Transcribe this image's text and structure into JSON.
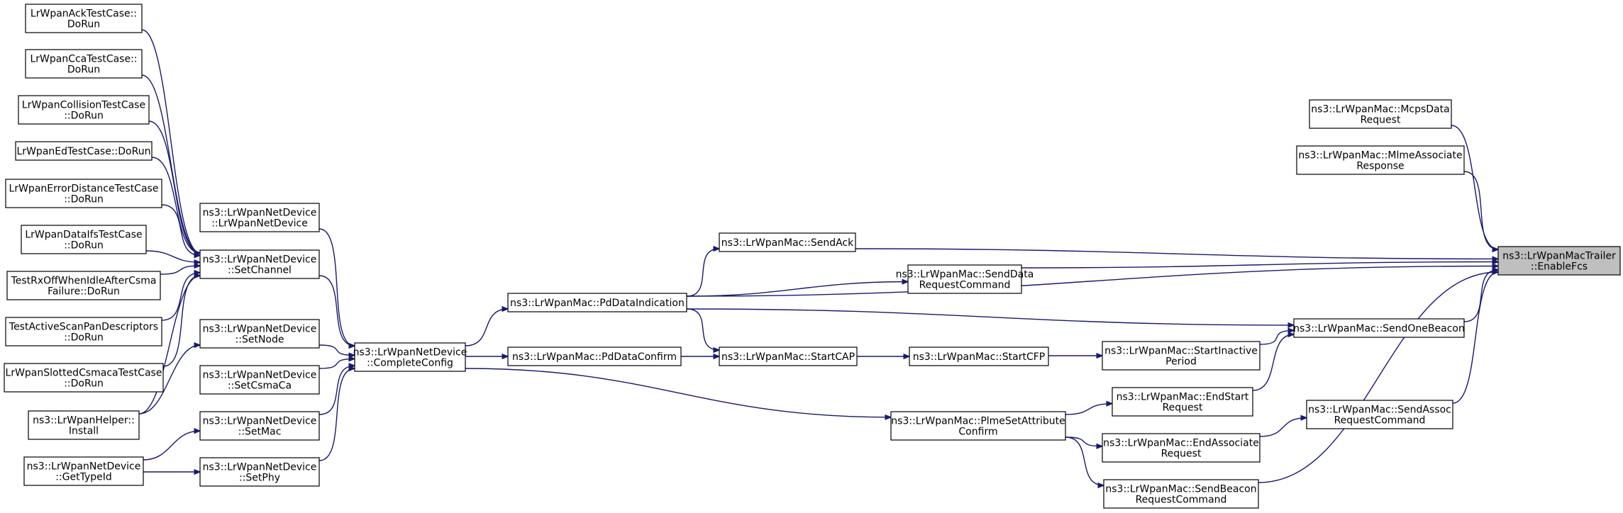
{
  "diagram": {
    "nodes": [
      {
        "id": "ack",
        "lines": [
          "LrWpanAckTestCase::",
          "DoRun"
        ]
      },
      {
        "id": "cca",
        "lines": [
          "LrWpanCcaTestCase::",
          "DoRun"
        ]
      },
      {
        "id": "coll",
        "lines": [
          "LrWpanCollisionTestCase",
          "::DoRun"
        ]
      },
      {
        "id": "ed",
        "lines": [
          "LrWpanEdTestCase::DoRun"
        ]
      },
      {
        "id": "errd",
        "lines": [
          "LrWpanErrorDistanceTestCase",
          "::DoRun"
        ]
      },
      {
        "id": "ifs",
        "lines": [
          "LrWpanDataIfsTestCase",
          "::DoRun"
        ]
      },
      {
        "id": "rxoff",
        "lines": [
          "TestRxOffWhenIdleAfterCsma",
          "Failure::DoRun"
        ]
      },
      {
        "id": "scan",
        "lines": [
          "TestActiveScanPanDescriptors",
          "::DoRun"
        ]
      },
      {
        "id": "slotted",
        "lines": [
          "LrWpanSlottedCsmacaTestCase",
          "::DoRun"
        ]
      },
      {
        "id": "helper",
        "lines": [
          "ns3::LrWpanHelper::",
          "Install"
        ]
      },
      {
        "id": "typeid",
        "lines": [
          "ns3::LrWpanNetDevice",
          "::GetTypeId"
        ]
      },
      {
        "id": "ctor",
        "lines": [
          "ns3::LrWpanNetDevice",
          "::LrWpanNetDevice"
        ]
      },
      {
        "id": "setch",
        "lines": [
          "ns3::LrWpanNetDevice",
          "::SetChannel"
        ]
      },
      {
        "id": "setnode",
        "lines": [
          "ns3::LrWpanNetDevice",
          "::SetNode"
        ]
      },
      {
        "id": "setcsma",
        "lines": [
          "ns3::LrWpanNetDevice",
          "::SetCsmaCa"
        ]
      },
      {
        "id": "setmac",
        "lines": [
          "ns3::LrWpanNetDevice",
          "::SetMac"
        ]
      },
      {
        "id": "setphy",
        "lines": [
          "ns3::LrWpanNetDevice",
          "::SetPhy"
        ]
      },
      {
        "id": "complete",
        "lines": [
          "ns3::LrWpanNetDevice",
          "::CompleteConfig"
        ]
      },
      {
        "id": "pdind",
        "lines": [
          "ns3::LrWpanMac::PdDataIndication"
        ]
      },
      {
        "id": "pdconf",
        "lines": [
          "ns3::LrWpanMac::PdDataConfirm"
        ]
      },
      {
        "id": "sendack",
        "lines": [
          "ns3::LrWpanMac::SendAck"
        ]
      },
      {
        "id": "senddata",
        "lines": [
          "ns3::LrWpanMac::SendData",
          "RequestCommand"
        ]
      },
      {
        "id": "startcap",
        "lines": [
          "ns3::LrWpanMac::StartCAP"
        ]
      },
      {
        "id": "startcfp",
        "lines": [
          "ns3::LrWpanMac::StartCFP"
        ]
      },
      {
        "id": "plme",
        "lines": [
          "ns3::LrWpanMac::PlmeSetAttribute",
          "Confirm"
        ]
      },
      {
        "id": "inactive",
        "lines": [
          "ns3::LrWpanMac::StartInactive",
          "Period"
        ]
      },
      {
        "id": "endstart",
        "lines": [
          "ns3::LrWpanMac::EndStart",
          "Request"
        ]
      },
      {
        "id": "endassoc",
        "lines": [
          "ns3::LrWpanMac::EndAssociate",
          "Request"
        ]
      },
      {
        "id": "sendbeac",
        "lines": [
          "ns3::LrWpanMac::SendBeacon",
          "RequestCommand"
        ]
      },
      {
        "id": "mcps",
        "lines": [
          "ns3::LrWpanMac::McpsData",
          "Request"
        ]
      },
      {
        "id": "mlme",
        "lines": [
          "ns3::LrWpanMac::MlmeAssociate",
          "Response"
        ]
      },
      {
        "id": "onebeac",
        "lines": [
          "ns3::LrWpanMac::SendOneBeacon"
        ]
      },
      {
        "id": "sassoc",
        "lines": [
          "ns3::LrWpanMac::SendAssoc",
          "RequestCommand"
        ]
      },
      {
        "id": "focus",
        "lines": [
          "ns3::LrWpanMacTrailer",
          "::EnableFcs"
        ],
        "highlight": true
      }
    ],
    "edges": [
      [
        "mcps",
        "focus"
      ],
      [
        "mlme",
        "focus"
      ],
      [
        "pdind",
        "focus"
      ],
      [
        "sendack",
        "focus"
      ],
      [
        "senddata",
        "focus"
      ],
      [
        "onebeac",
        "focus"
      ],
      [
        "sassoc",
        "focus"
      ],
      [
        "sendbeac",
        "focus"
      ],
      [
        "pdind",
        "sendack"
      ],
      [
        "pdind",
        "senddata"
      ],
      [
        "pdind",
        "onebeac"
      ],
      [
        "pdind",
        "startcap"
      ],
      [
        "pdconf",
        "startcap"
      ],
      [
        "startcap",
        "startcfp"
      ],
      [
        "startcfp",
        "inactive"
      ],
      [
        "inactive",
        "onebeac"
      ],
      [
        "endstart",
        "onebeac"
      ],
      [
        "plme",
        "endstart"
      ],
      [
        "plme",
        "endassoc"
      ],
      [
        "plme",
        "sendbeac"
      ],
      [
        "endassoc",
        "sassoc"
      ],
      [
        "complete",
        "pdind"
      ],
      [
        "complete",
        "pdconf"
      ],
      [
        "complete",
        "plme"
      ],
      [
        "ctor",
        "complete"
      ],
      [
        "setch",
        "complete"
      ],
      [
        "setnode",
        "complete"
      ],
      [
        "setcsma",
        "complete"
      ],
      [
        "setmac",
        "complete"
      ],
      [
        "setphy",
        "complete"
      ],
      [
        "ack",
        "setch"
      ],
      [
        "cca",
        "setch"
      ],
      [
        "coll",
        "setch"
      ],
      [
        "ed",
        "setch"
      ],
      [
        "errd",
        "setch"
      ],
      [
        "ifs",
        "setch"
      ],
      [
        "rxoff",
        "setch"
      ],
      [
        "scan",
        "setch"
      ],
      [
        "slotted",
        "setch"
      ],
      [
        "helper",
        "setch"
      ],
      [
        "helper",
        "setnode"
      ],
      [
        "typeid",
        "setmac"
      ],
      [
        "typeid",
        "setphy"
      ]
    ]
  }
}
